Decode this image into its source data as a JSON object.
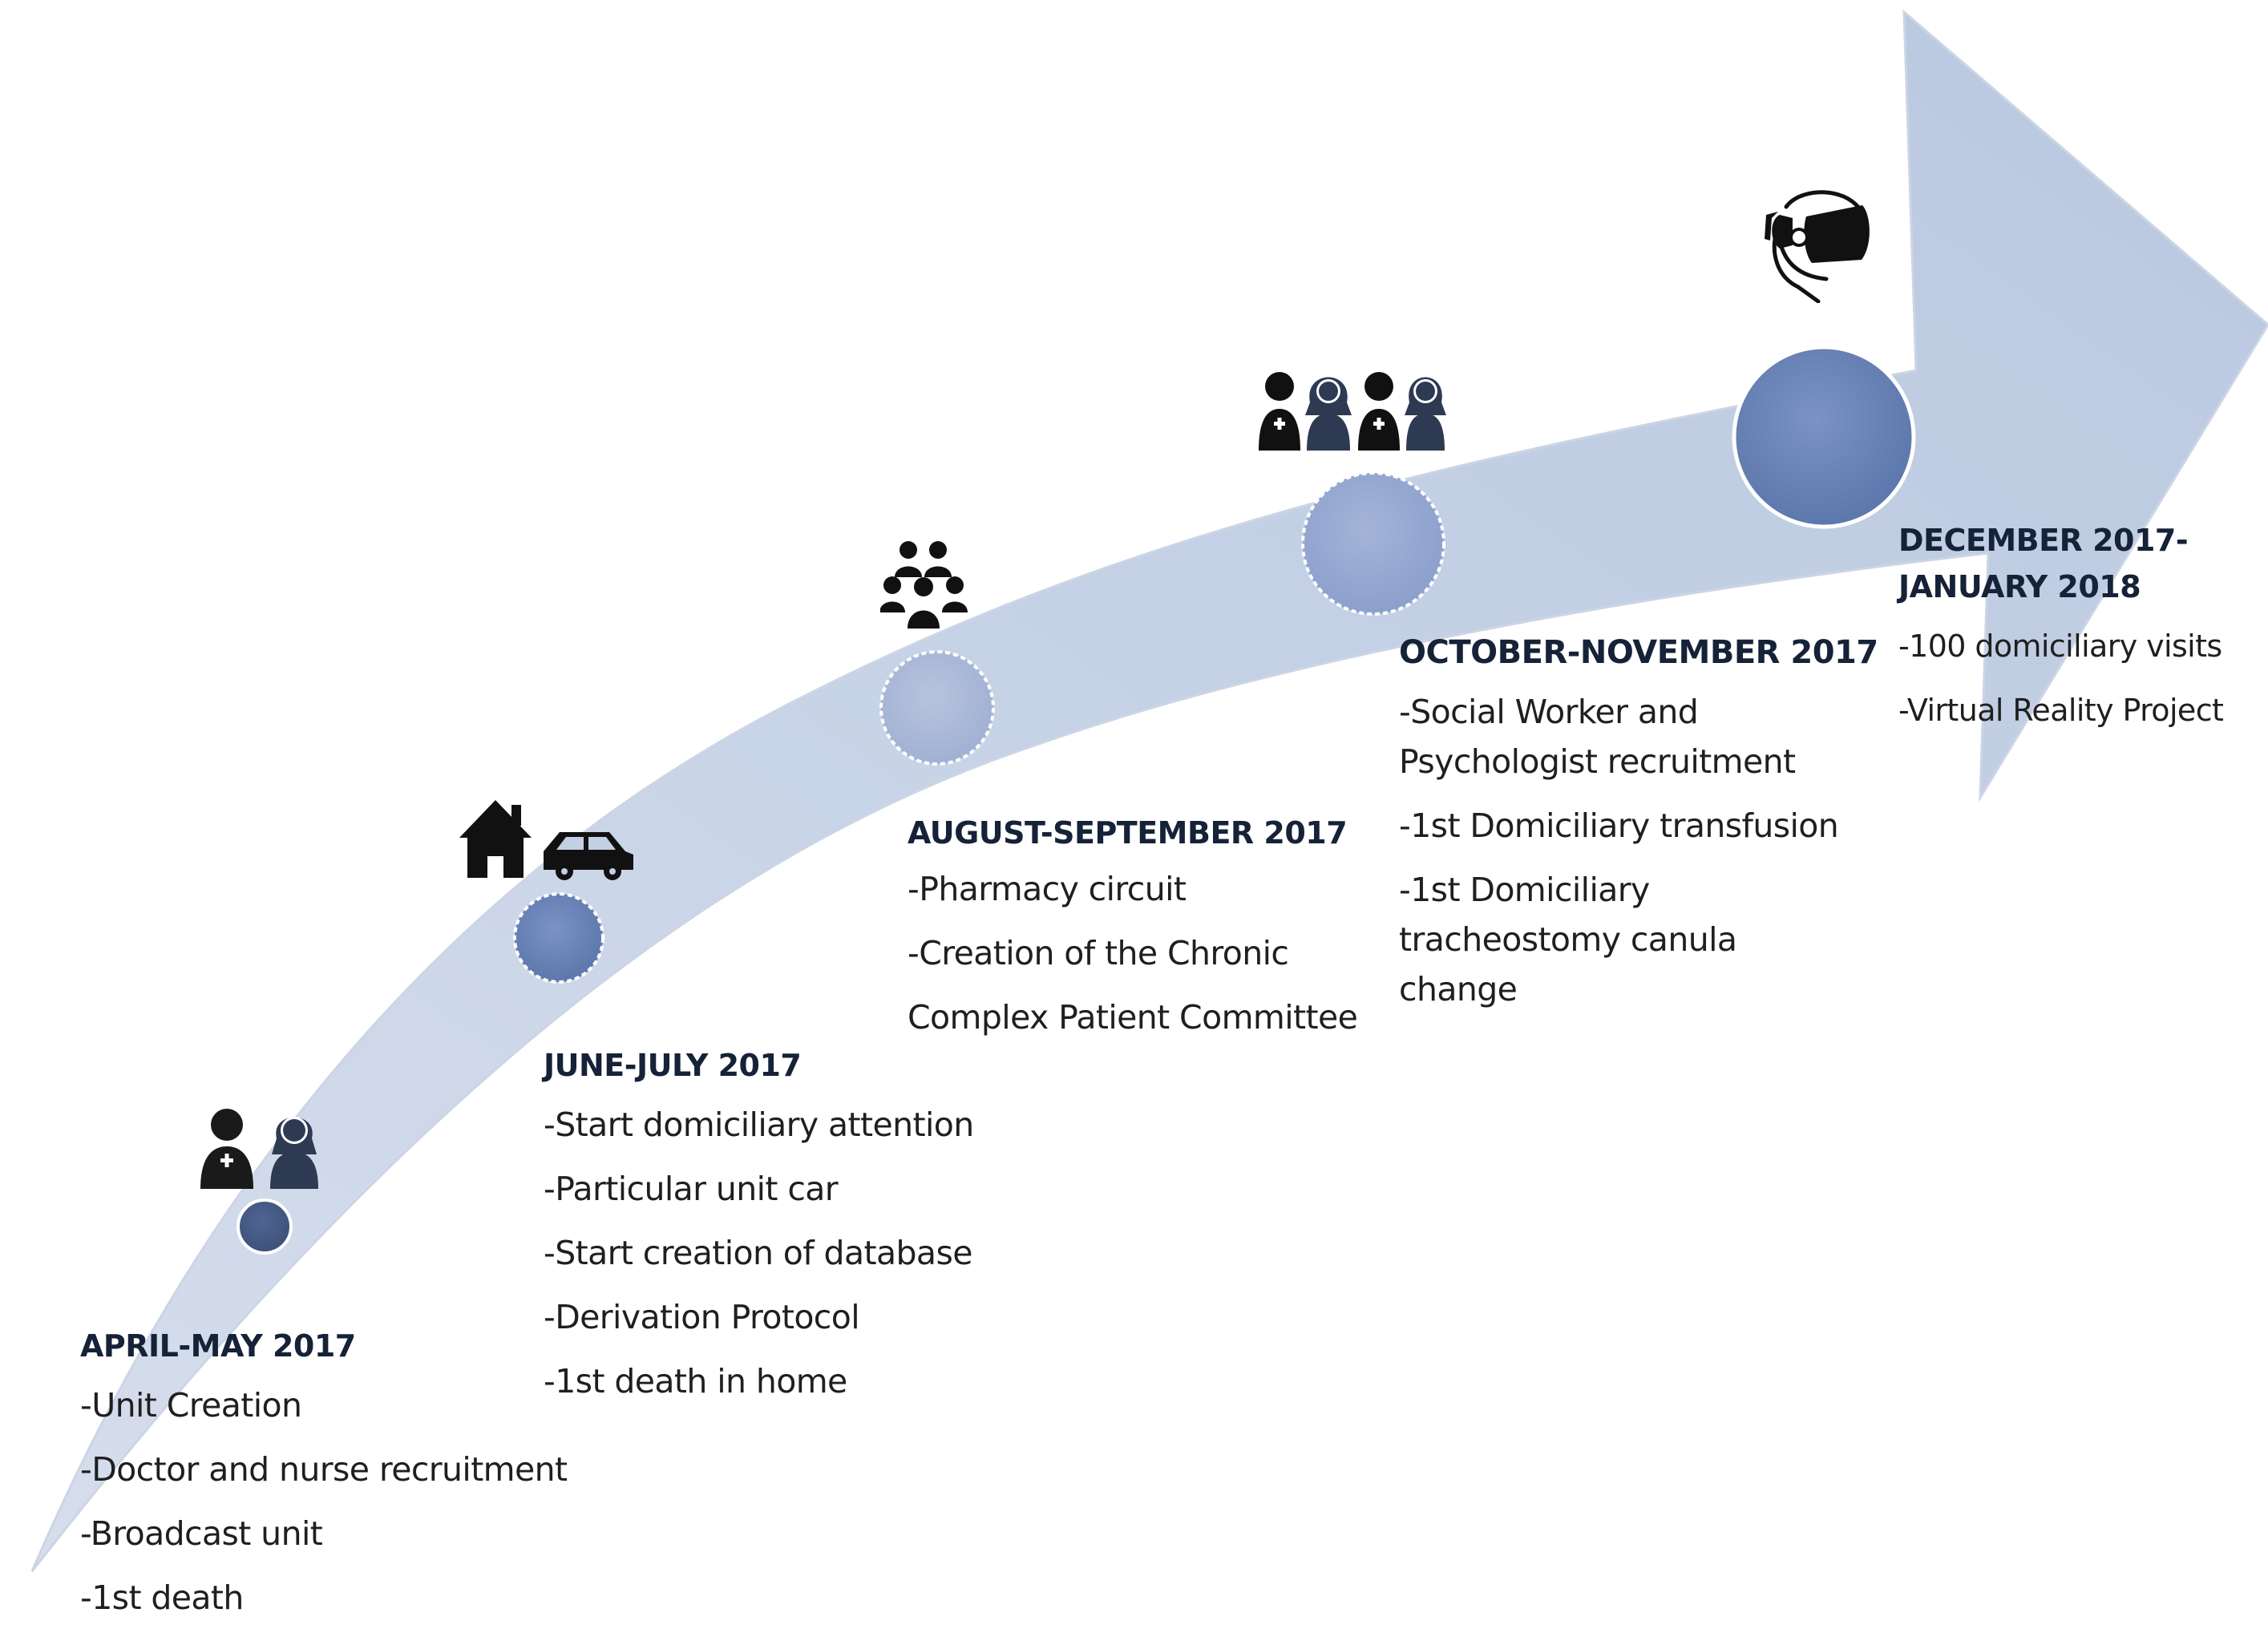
{
  "diagram": {
    "colors": {
      "arrow_fill": "#c3cfe3",
      "arrow_fill_dark": "#aebfdb",
      "node_fill": "#6d86b8",
      "node_fill_light": "#a9b7d6",
      "node_stroke": "#ffffff",
      "title_color": "#152238",
      "icon_color": "#1a1a1a"
    },
    "milestones": [
      {
        "title": "APRIL-MAY 2017",
        "icon": "doctor-and-nurse-icon",
        "items": [
          "-Unit Creation",
          "-Doctor and nurse recruitment",
          "-Broadcast unit",
          "-1st death"
        ]
      },
      {
        "title": "JUNE-JULY 2017",
        "icon": "house-and-car-icon",
        "items": [
          "-Start domiciliary attention",
          "-Particular unit car",
          "-Start creation of database",
          "-Derivation Protocol",
          "-1st death in home"
        ]
      },
      {
        "title": "AUGUST-SEPTEMBER 2017",
        "icon": "group-of-people-icon",
        "items": [
          "-Pharmacy circuit",
          "-Creation of the Chronic",
          "Complex Patient Committee"
        ]
      },
      {
        "title": "OCTOBER-NOVEMBER 2017",
        "icon": "team-of-four-icon",
        "items": [
          "-Social Worker and Psychologist recruitment",
          "-1st Domiciliary transfusion",
          "-1st Domiciliary tracheostomy canula change"
        ]
      },
      {
        "title_line1": "DECEMBER 2017-",
        "title_line2": "JANUARY 2018",
        "icon": "vr-headset-icon",
        "items": [
          "-100 domiciliary visits",
          "-Virtual Reality Project"
        ]
      }
    ]
  }
}
